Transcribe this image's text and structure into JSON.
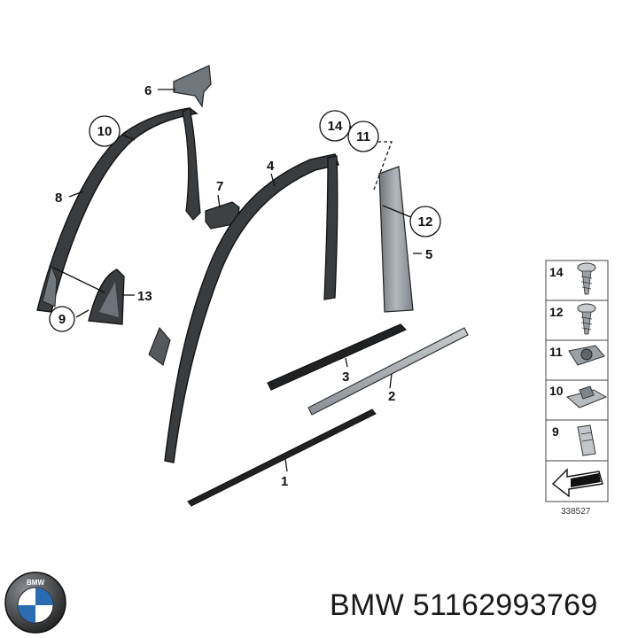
{
  "callouts": [
    {
      "label": "1"
    },
    {
      "label": "2"
    },
    {
      "label": "3"
    },
    {
      "label": "4"
    },
    {
      "label": "5"
    },
    {
      "label": "6"
    },
    {
      "label": "7"
    },
    {
      "label": "8"
    },
    {
      "label": "9"
    },
    {
      "label": "10"
    },
    {
      "label": "11"
    },
    {
      "label": "12"
    },
    {
      "label": "13"
    },
    {
      "label": "14"
    }
  ],
  "legend": {
    "items": [
      {
        "number": "14",
        "icon": "screw-icon"
      },
      {
        "number": "12",
        "icon": "screw-icon"
      },
      {
        "number": "11",
        "icon": "clip-nut-icon"
      },
      {
        "number": "10",
        "icon": "clip-icon"
      },
      {
        "number": "9",
        "icon": "clip-icon"
      }
    ],
    "direction_icon": "arrow-icon"
  },
  "ref_number": "338527",
  "footer": {
    "brand": "BMW",
    "part_number": "51162993769"
  },
  "colors": {
    "part_fill": "#8c9297",
    "part_dark": "#2b2b2b",
    "line": "#111111",
    "logo_blue": "#2b6cb0"
  }
}
